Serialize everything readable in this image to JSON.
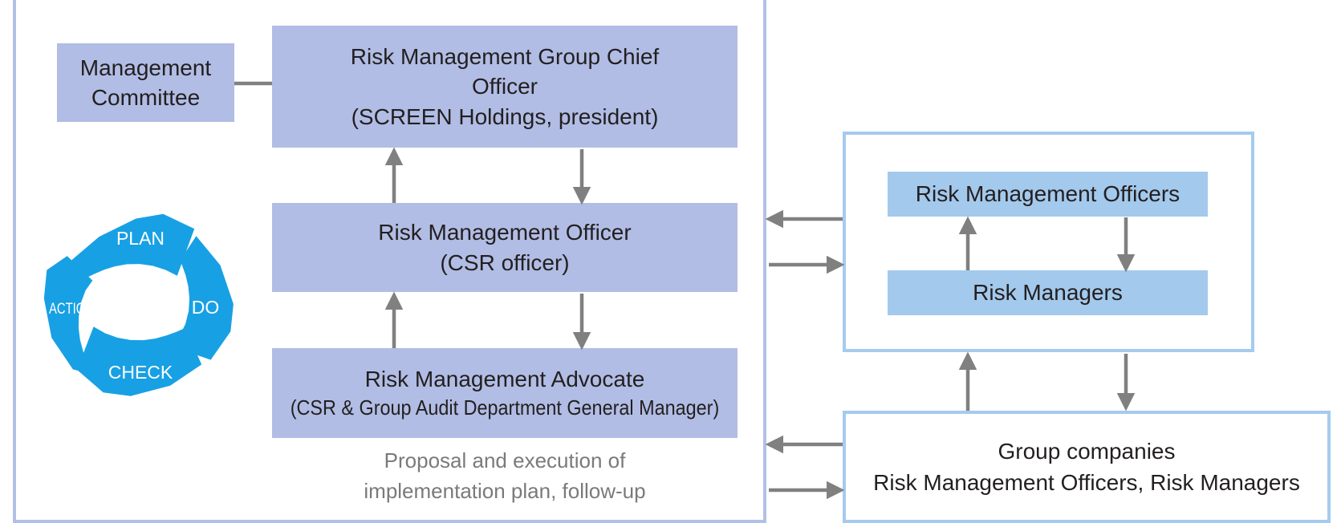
{
  "colors": {
    "frame_left": "#b3c0e6",
    "frame_right": "#a5cbee",
    "box_purple": "#b1bde4",
    "box_blue": "#a3c9ec",
    "arrow": "#808080",
    "cycle": "#18a0e4"
  },
  "boxes": {
    "management_committee": [
      "Management",
      "Committee"
    ],
    "chief_officer": [
      "Risk Management Group Chief",
      "Officer",
      "(SCREEN Holdings, president)"
    ],
    "risk_officer": [
      "Risk Management Officer",
      "(CSR officer)"
    ],
    "advocate": [
      "Risk Management Advocate",
      "(CSR & Group Audit Department General Manager)"
    ],
    "rm_officers": "Risk Management Officers",
    "risk_managers": "Risk Managers",
    "group_companies": [
      "Group companies",
      "Risk Management Officers, Risk Managers"
    ]
  },
  "note": [
    "Proposal and execution of",
    "implementation plan, follow-up"
  ],
  "pdca": {
    "plan": "PLAN",
    "do": "DO",
    "check": "CHECK",
    "action": "ACTION"
  }
}
